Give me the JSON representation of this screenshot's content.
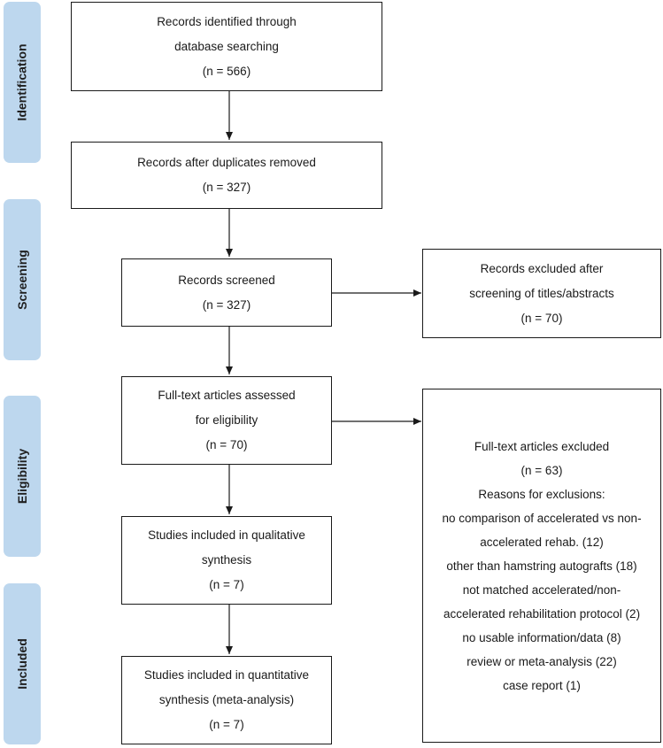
{
  "phases": {
    "identification": "Identification",
    "screening": "Screening",
    "eligibility": "Eligibility",
    "included": "Included"
  },
  "boxes": {
    "identified": {
      "line1": "Records identified through",
      "line2": "database searching",
      "count": "(n = 566)"
    },
    "duplicates_removed": {
      "line1": "Records after duplicates removed",
      "count": "(n = 327)"
    },
    "screened": {
      "line1": "Records screened",
      "count": "(n = 327)"
    },
    "excluded_screening": {
      "line1": "Records excluded after",
      "line2": "screening of titles/abstracts",
      "count": "(n = 70)"
    },
    "fulltext_assessed": {
      "line1": "Full-text articles assessed",
      "line2": "for eligibility",
      "count": "(n = 70)"
    },
    "fulltext_excluded": {
      "line1": "Full-text articles excluded",
      "count": "(n = 63)",
      "reasons_heading": "Reasons for exclusions:",
      "reasons": [
        "no comparison of accelerated vs non-",
        "accelerated rehab. (12)",
        "other than hamstring autografts (18)",
        "not matched accelerated/non-",
        "accelerated rehabilitation protocol (2)",
        "no usable information/data (8)",
        "review or meta-analysis (22)",
        "case report (1)"
      ]
    },
    "qualitative": {
      "line1": "Studies included in qualitative",
      "line2": "synthesis",
      "count": "(n = 7)"
    },
    "quantitative": {
      "line1": "Studies included in quantitative",
      "line2": "synthesis (meta-analysis)",
      "count": "(n = 7)"
    }
  },
  "colors": {
    "phase_fill": "#bdd7ee",
    "box_border": "#1a1a1a"
  }
}
